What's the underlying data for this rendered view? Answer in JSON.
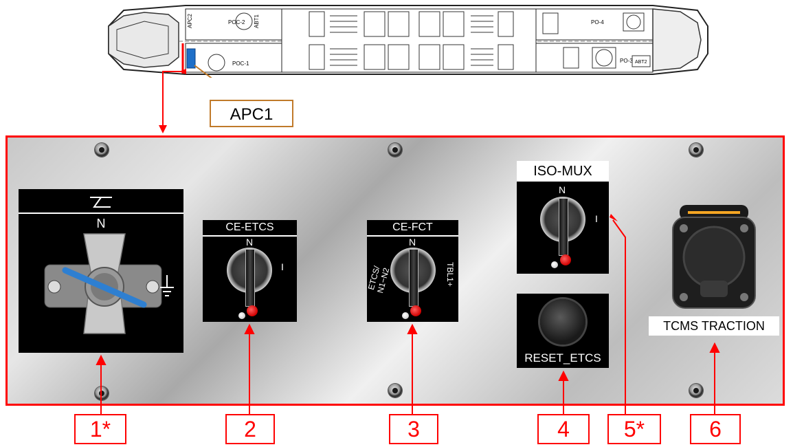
{
  "train": {
    "compartments": [
      "APC2",
      "POC-2",
      "ABT1",
      "POC-1",
      "PO-4",
      "PO-3",
      "ABT2"
    ],
    "callout": "APC1"
  },
  "panel": {
    "switch1": {
      "top_label": "N"
    },
    "switch2": {
      "title": "CE-ETCS",
      "pos_n": "N",
      "pos_i": "I"
    },
    "switch3": {
      "title": "CE-FCT",
      "pos_n": "N",
      "pos_left": "ETCS/ N1−N2",
      "pos_right": "TBL1+"
    },
    "switch5": {
      "title": "ISO-MUX",
      "pos_n": "N",
      "pos_i": "I"
    },
    "button4": {
      "label": "RESET_ETCS"
    },
    "socket6": {
      "label": "TCMS TRACTION"
    }
  },
  "callouts": [
    "1*",
    "2",
    "3",
    "4",
    "5*",
    "6"
  ],
  "colors": {
    "accent": "#ff0000",
    "apc_highlight": "#1e6fc8",
    "callout_border": "#c07a2a"
  }
}
